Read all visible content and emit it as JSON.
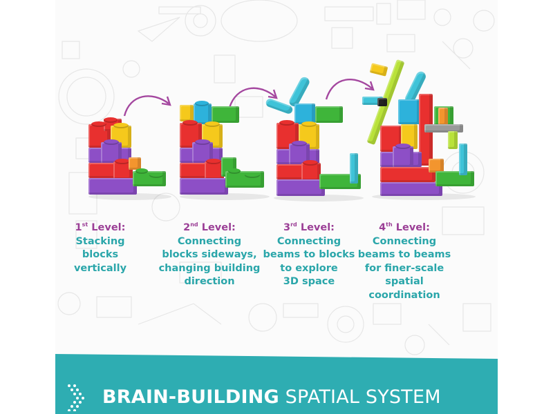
{
  "levels": [
    {
      "num": "1",
      "suffix": "st",
      "label": "Level:",
      "desc": "Stacking\nblocks\nvertically"
    },
    {
      "num": "2",
      "suffix": "nd",
      "label": "Level:",
      "desc": "Connecting\nblocks sideways,\nchanging building\ndirection"
    },
    {
      "num": "3",
      "suffix": "rd",
      "label": "Level:",
      "desc": "Connecting\nbeams to blocks\nto explore\n3D space"
    },
    {
      "num": "4",
      "suffix": "th",
      "label": "Level:",
      "desc": "Connecting\nbeams to beams\nfor finer-scale\nspatial\ncoordination"
    }
  ],
  "banner": {
    "bold_text": "BRAIN-BUILDING",
    "light_text": " SPATIAL SYSTEM",
    "icon": "dots-chevron-icon"
  },
  "colors": {
    "teal_banner": "#2eadb2",
    "level_purple": "#9b3f96",
    "desc_teal": "#2aa6aa",
    "arrow_purple": "#a4479f"
  }
}
